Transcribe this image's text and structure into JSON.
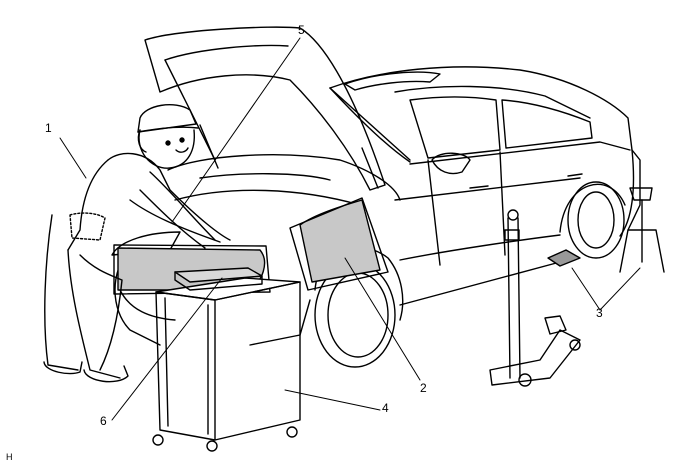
{
  "figure": {
    "callouts": [
      {
        "id": "1",
        "label": "1"
      },
      {
        "id": "2",
        "label": "2"
      },
      {
        "id": "3",
        "label": "3"
      },
      {
        "id": "4",
        "label": "4"
      },
      {
        "id": "5",
        "label": "5"
      },
      {
        "id": "6",
        "label": "6"
      }
    ],
    "corner_code": "H"
  }
}
